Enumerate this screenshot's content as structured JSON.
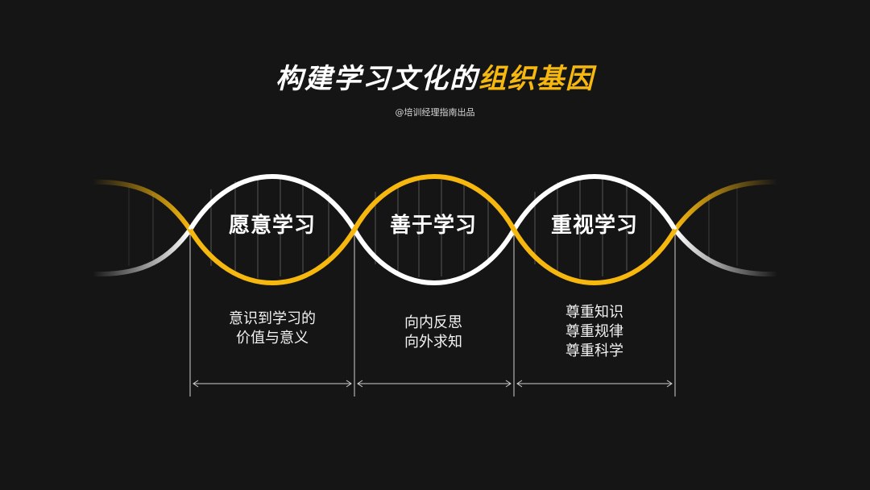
{
  "title": {
    "main": "构建学习文化的",
    "accent": "组织基因"
  },
  "subtitle": "@培训经理指南出品",
  "sections": [
    {
      "label": "愿意学习",
      "desc": [
        "意识到学习的",
        "价值与意义"
      ]
    },
    {
      "label": "善于学习",
      "desc": [
        "向内反思",
        "向外求知"
      ]
    },
    {
      "label": "重视学习",
      "desc": [
        "尊重知识",
        "尊重规律",
        "尊重科学"
      ]
    }
  ],
  "colors": {
    "background": "#151515",
    "accent": "#f6b70f",
    "strand_white": "#ffffff",
    "line": "#cfcfcf"
  }
}
